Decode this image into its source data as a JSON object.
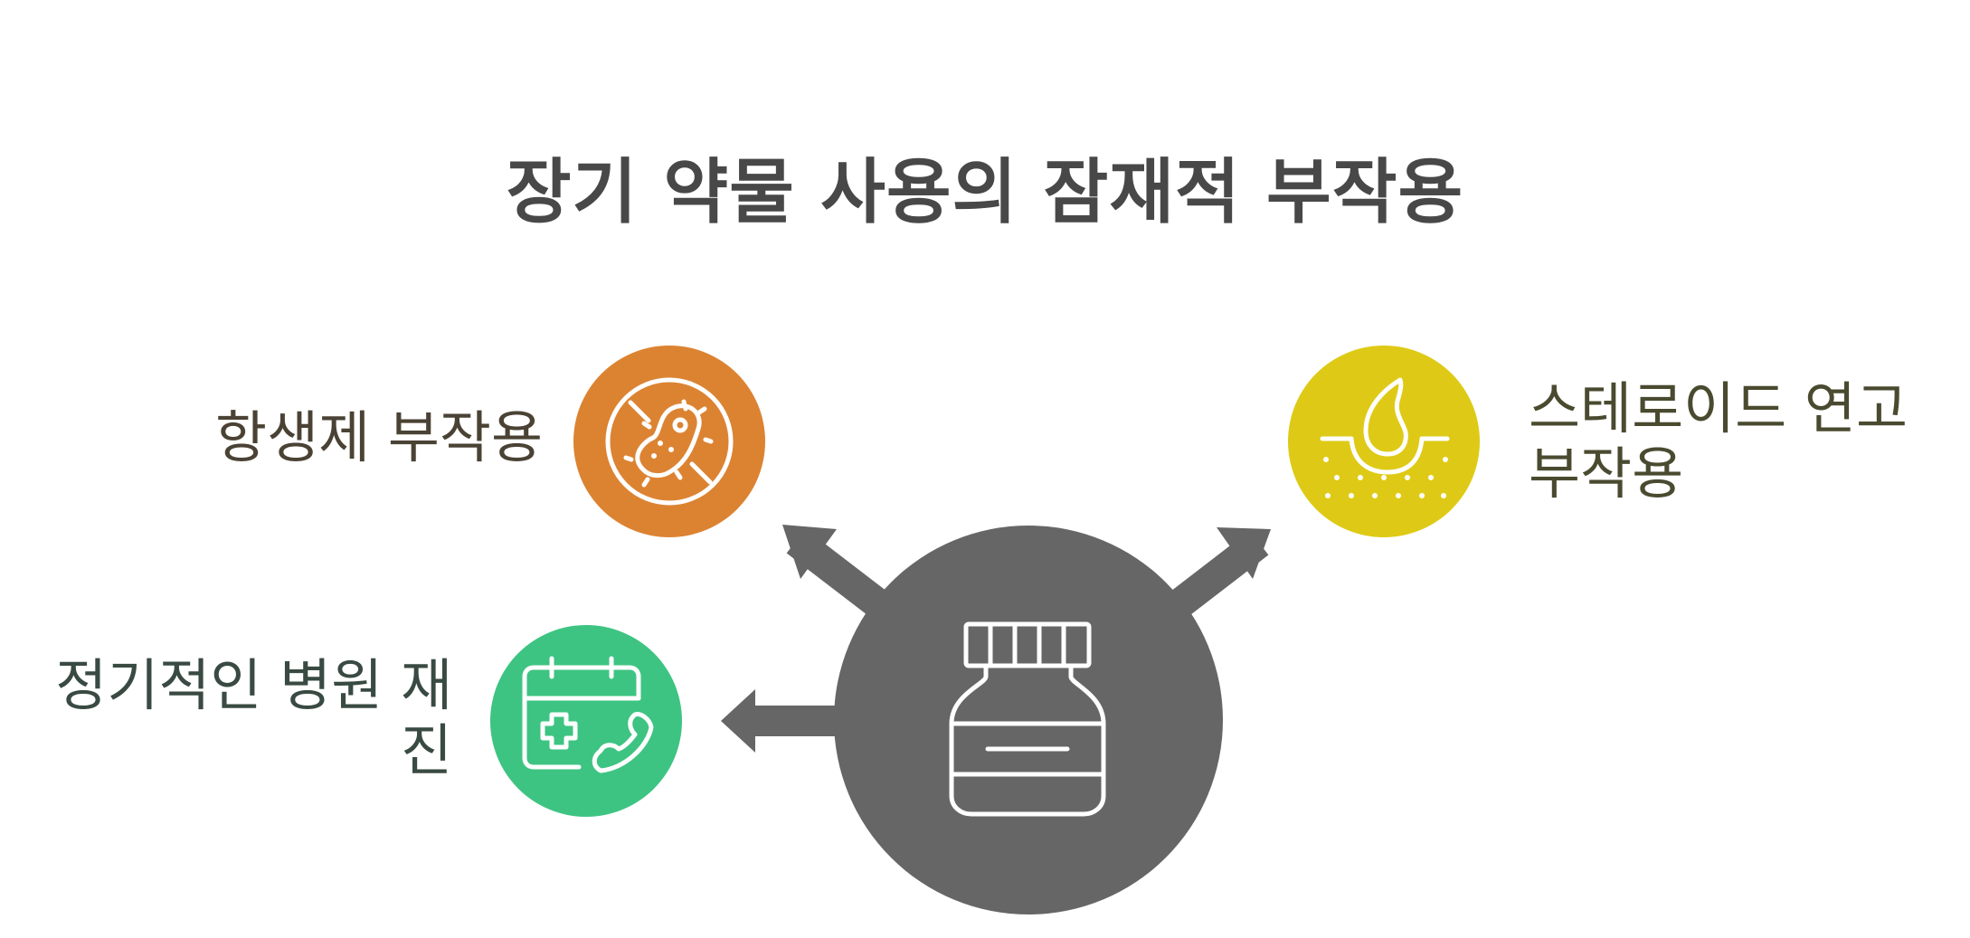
{
  "title": "장기 약물 사용의 잠재적 부작용",
  "center": {
    "icon": "medicine-bottle-icon",
    "color": "#666666"
  },
  "branches": [
    {
      "label": "항생제 부작용",
      "icon": "bacteria-prohibited-icon",
      "color": "#DC8332"
    },
    {
      "label": "스테로이드 연고 부작용",
      "icon": "skin-droplet-icon",
      "color": "#DECA16"
    },
    {
      "label": "정기적인 병원 재진",
      "icon": "calendar-medical-phone-icon",
      "color": "#3EC482"
    }
  ]
}
